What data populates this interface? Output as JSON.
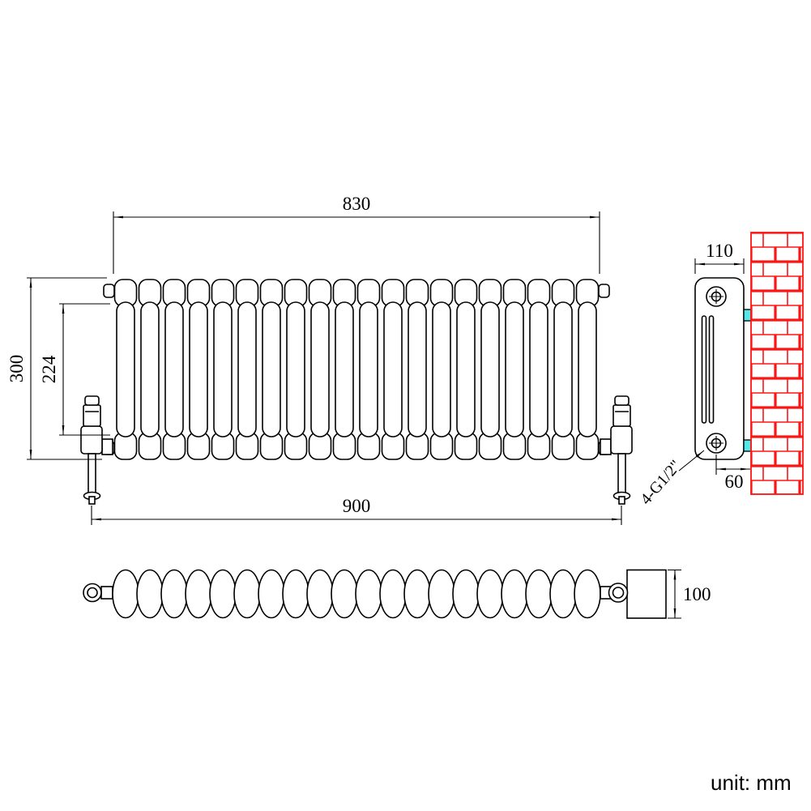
{
  "unit_label": "unit: mm",
  "dims": {
    "top_width": "830",
    "overall_width": "900",
    "height": "300",
    "column_height": "224",
    "depth": "110",
    "wall_offset": "60",
    "thickness": "100",
    "connection": "4-G1/2\""
  },
  "colors": {
    "line": "#000000",
    "brick": "#ff1414",
    "bracket": "#57e7e7",
    "background": "#ffffff"
  }
}
